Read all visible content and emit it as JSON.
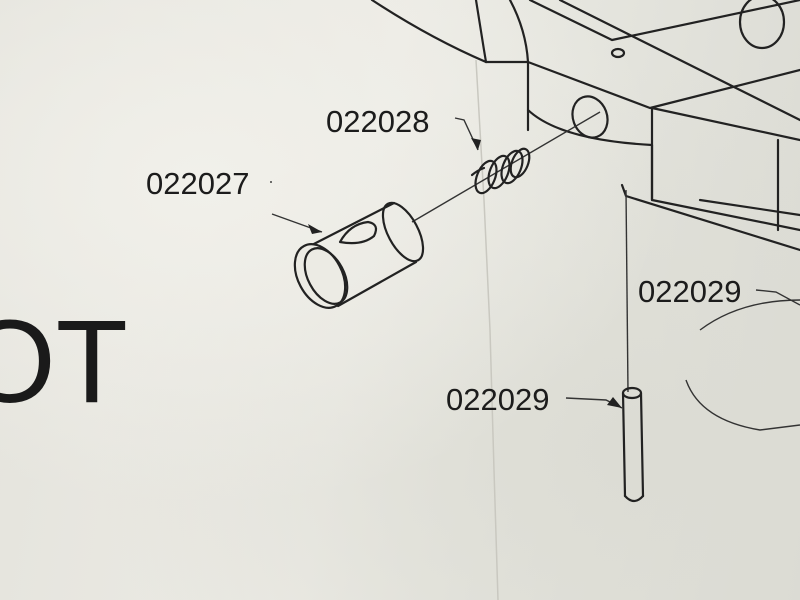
{
  "callouts": {
    "pin_part": "022027",
    "spring_part": "022028",
    "rod_part_right": "022029",
    "rod_part_lower": "022029"
  },
  "cropped_title": "OT",
  "colors": {
    "paper": "#e9e8e1",
    "ink": "#1c1c1c"
  }
}
